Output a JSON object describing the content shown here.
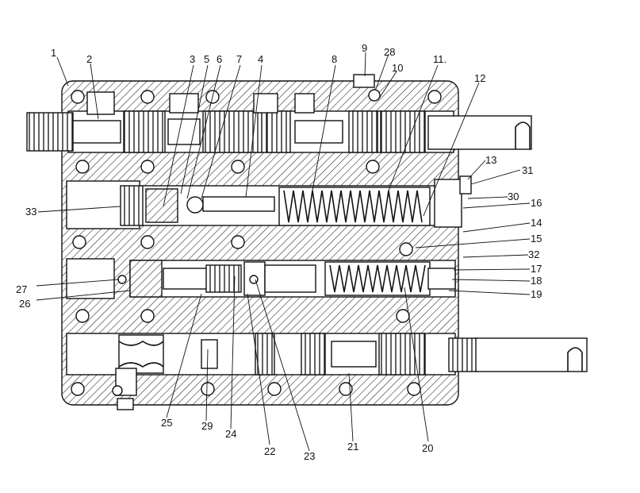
{
  "diagram": {
    "type": "valve-body-cross-section",
    "labels": [
      {
        "id": "1",
        "text": "1"
      },
      {
        "id": "2",
        "text": "2"
      },
      {
        "id": "3",
        "text": "3"
      },
      {
        "id": "4",
        "text": "4"
      },
      {
        "id": "5",
        "text": "5"
      },
      {
        "id": "6",
        "text": "6"
      },
      {
        "id": "7",
        "text": "7"
      },
      {
        "id": "8",
        "text": "8"
      },
      {
        "id": "9",
        "text": "9"
      },
      {
        "id": "10",
        "text": "10"
      },
      {
        "id": "11",
        "text": "11."
      },
      {
        "id": "12",
        "text": "12"
      },
      {
        "id": "13",
        "text": "13"
      },
      {
        "id": "14",
        "text": "14"
      },
      {
        "id": "15",
        "text": "15"
      },
      {
        "id": "16",
        "text": "16"
      },
      {
        "id": "17",
        "text": "17"
      },
      {
        "id": "18",
        "text": "18"
      },
      {
        "id": "19",
        "text": "19"
      },
      {
        "id": "20",
        "text": "20"
      },
      {
        "id": "21",
        "text": "21"
      },
      {
        "id": "22",
        "text": "22"
      },
      {
        "id": "23",
        "text": "23"
      },
      {
        "id": "24",
        "text": "24"
      },
      {
        "id": "25",
        "text": "25"
      },
      {
        "id": "26",
        "text": "26"
      },
      {
        "id": "27",
        "text": "27"
      },
      {
        "id": "28",
        "text": "28"
      },
      {
        "id": "29",
        "text": "29"
      },
      {
        "id": "30",
        "text": "30"
      },
      {
        "id": "31",
        "text": "31"
      },
      {
        "id": "32",
        "text": "32"
      },
      {
        "id": "33",
        "text": "33"
      }
    ]
  }
}
